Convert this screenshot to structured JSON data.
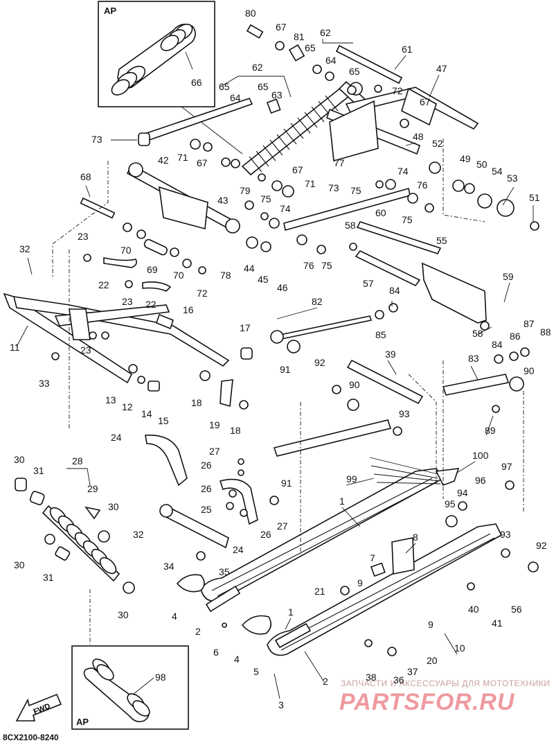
{
  "inset_top": {
    "label": "AP",
    "part": "66"
  },
  "inset_bottom": {
    "label": "AP",
    "part": "98"
  },
  "fwd_label": "FWD",
  "diagram_code": "8CX2100-8240",
  "watermark": {
    "top": "ЗАПЧАСТИ И АКСЕССУАРЫ ДЛЯ МОТОТЕХНИКИ",
    "brand": "PARTSFOR.RU"
  },
  "callouts": {
    "c1": "80",
    "c2": "67",
    "c3": "81",
    "c4": "62",
    "c5": "65",
    "c6": "64",
    "c7": "61",
    "c8": "47",
    "c9": "62",
    "c10": "65",
    "c11": "64",
    "c12": "65",
    "c13": "63",
    "c14": "65",
    "c15": "72",
    "c16": "67",
    "c17": "73",
    "c18": "71",
    "c19": "67",
    "c20": "48",
    "c21": "52",
    "c22": "42",
    "c23": "68",
    "c24": "67",
    "c25": "71",
    "c26": "79",
    "c27": "75",
    "c28": "77",
    "c29": "74",
    "c30": "73",
    "c31": "75",
    "c32": "76",
    "c33": "49",
    "c34": "50",
    "c35": "54",
    "c36": "53",
    "c37": "51",
    "c38": "43",
    "c39": "74",
    "c40": "60",
    "c41": "58",
    "c42": "75",
    "c43": "70",
    "c44": "23",
    "c45": "32",
    "c46": "70",
    "c47": "69",
    "c48": "78",
    "c49": "44",
    "c50": "45",
    "c51": "46",
    "c52": "76",
    "c53": "75",
    "c54": "55",
    "c55": "22",
    "c56": "72",
    "c57": "57",
    "c58": "59",
    "c59": "23",
    "c60": "22",
    "c61": "84",
    "c62": "82",
    "c63": "85",
    "c64": "16",
    "c65": "58",
    "c66": "87",
    "c67": "88",
    "c68": "86",
    "c69": "84",
    "c70": "11",
    "c71": "23",
    "c72": "17",
    "c73": "91",
    "c74": "39",
    "c75": "83",
    "c76": "90",
    "c77": "33",
    "c78": "13",
    "c79": "12",
    "c80": "14",
    "c81": "15",
    "c82": "18",
    "c83": "19",
    "c84": "18",
    "c85": "92",
    "c86": "90",
    "c87": "93",
    "c88": "89",
    "c89": "24",
    "c90": "27",
    "c91": "26",
    "c92": "100",
    "c93": "91",
    "c94": "99",
    "c95": "97",
    "c96": "30",
    "c97": "28",
    "c98": "31",
    "c99": "29",
    "c100": "26",
    "c101": "96",
    "c102": "94",
    "c103": "1",
    "c104": "25",
    "c105": "30",
    "c106": "95",
    "c107": "32",
    "c108": "27",
    "c109": "26",
    "c110": "24",
    "c111": "8",
    "c112": "93",
    "c113": "92",
    "c114": "30",
    "c115": "31",
    "c116": "34",
    "c117": "35",
    "c118": "7",
    "c119": "9",
    "c120": "21",
    "c121": "56",
    "c122": "40",
    "c123": "41",
    "c124": "30",
    "c125": "4",
    "c126": "2",
    "c127": "1",
    "c128": "9",
    "c129": "6",
    "c130": "4",
    "c131": "10",
    "c132": "20",
    "c133": "5",
    "c134": "37",
    "c135": "38",
    "c136": "36",
    "c137": "2",
    "c138": "3"
  }
}
